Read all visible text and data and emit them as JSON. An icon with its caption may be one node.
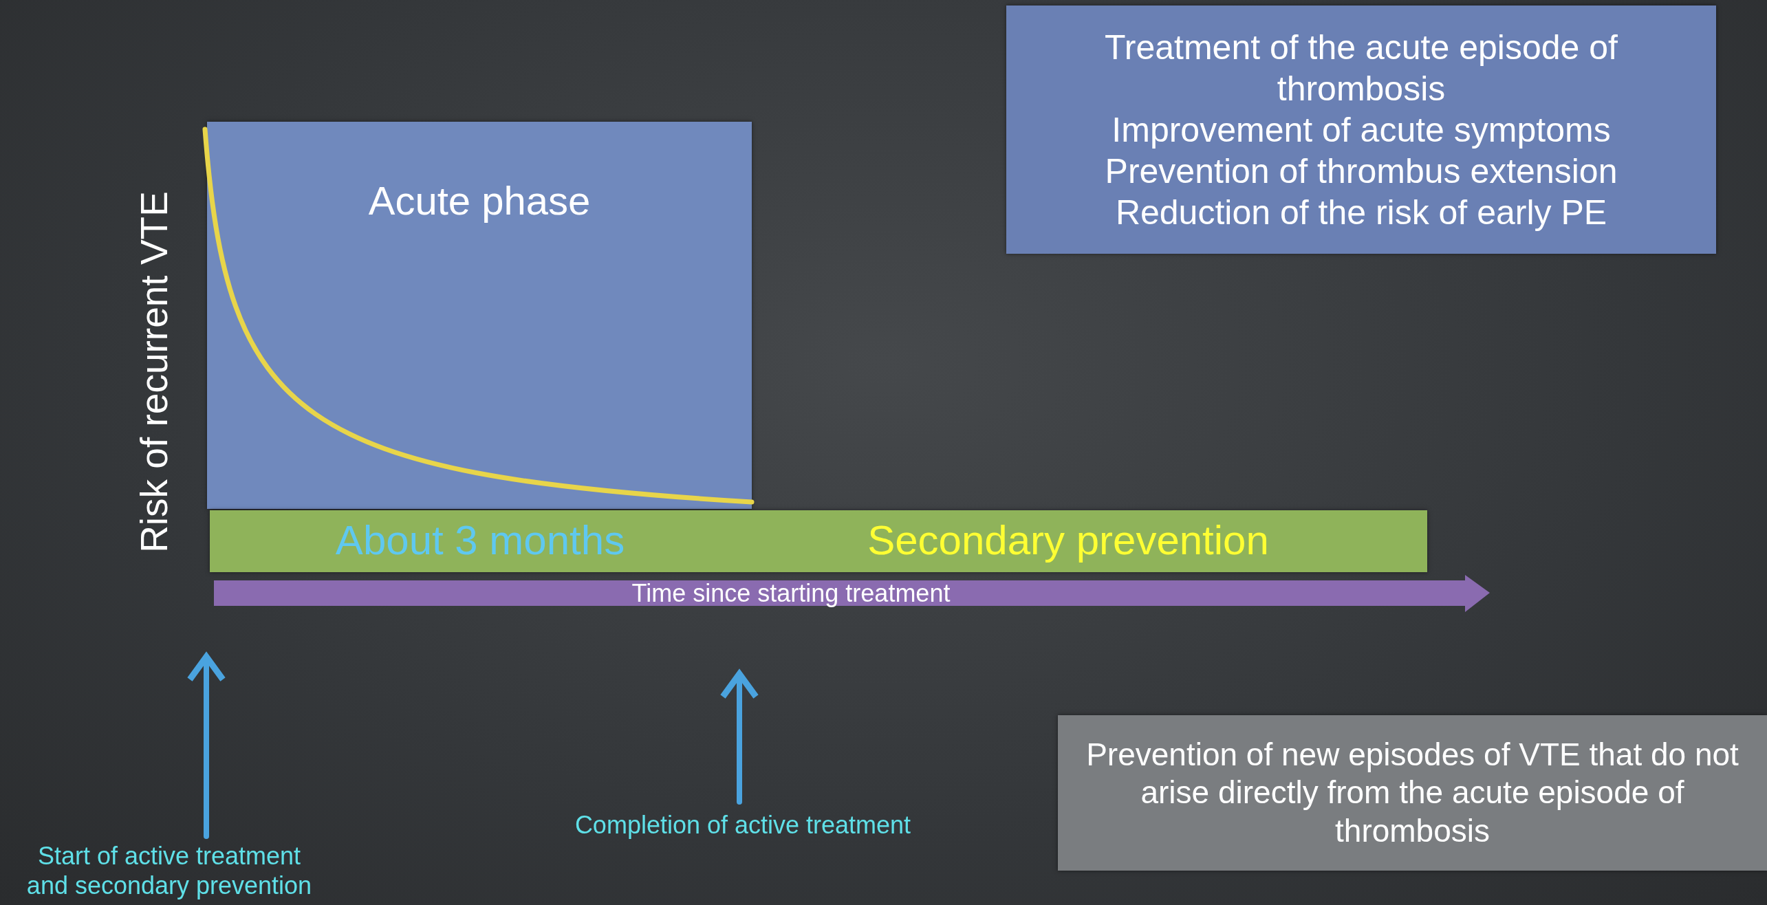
{
  "diagram": {
    "nodes": [
      {
        "text": [
          "Treatment of the acute episode of thrombosis",
          "Improvement of acute symptoms",
          "Prevention of thrombus extension",
          "Reduction of the risk of early PE"
        ]
      },
      {
        "text": [
          "Acute phase"
        ]
      },
      {
        "text": [
          "About 3 months",
          "Secondary prevention"
        ]
      },
      {
        "text": [
          "Prevention of new episodes of VTE that do not arise directly from the acute episode of thrombosis"
        ]
      },
      {
        "text": [
          "Completion of active treatment"
        ]
      },
      {
        "text": [
          "Start of active treatment and secondary prevention"
        ]
      }
    ],
    "edges": [
      {
        "from": 4,
        "to": null,
        "arrow": "to"
      },
      {
        "from": 5,
        "to": null,
        "arrow": "to"
      }
    ],
    "labels": [
      "Risk of recurrent VTE",
      "Time since starting treatment"
    ]
  }
}
